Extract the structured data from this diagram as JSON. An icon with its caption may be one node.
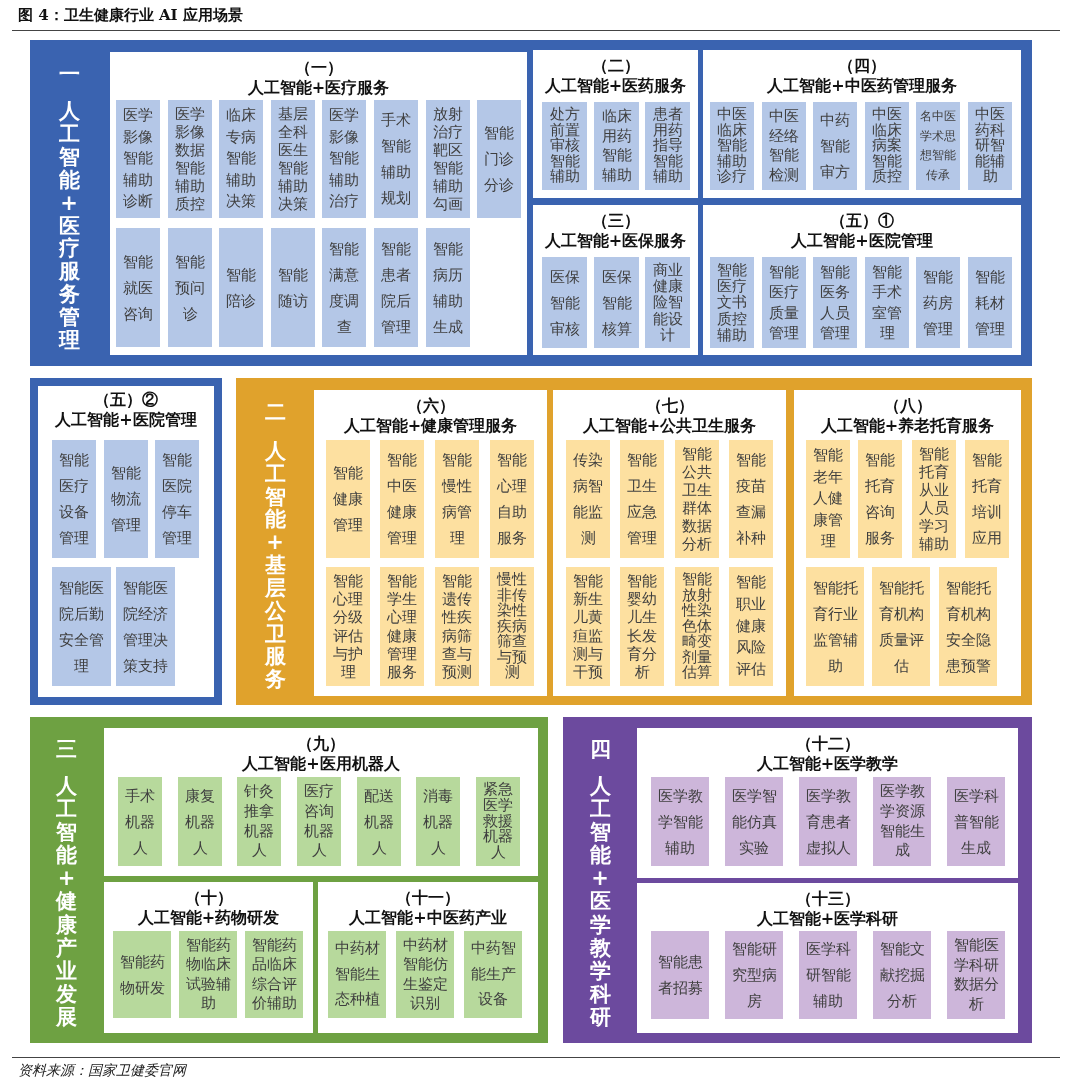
{
  "diagram": {
    "title": "图 4：卫生健康行业 AI 应用场景",
    "caption": "资料来源：国家卫健委官网",
    "nodes": [
      {
        "text": [
          "一",
          "人工智能+医疗服务管理"
        ]
      },
      {
        "text": [
          "（一）",
          "人工智能+医疗服务"
        ],
        "in": 0
      },
      {
        "text": [
          "医学影像智能辅助诊断"
        ],
        "in": 1
      },
      {
        "text": [
          "医学影像数据智能辅助质控"
        ],
        "in": 1
      },
      {
        "text": [
          "临床专病智能辅助决策"
        ],
        "in": 1
      },
      {
        "text": [
          "基层全科医生智能辅助决策"
        ],
        "in": 1
      },
      {
        "text": [
          "医学影像智能辅助治疗"
        ],
        "in": 1
      },
      {
        "text": [
          "手术智能辅助规划"
        ],
        "in": 1
      },
      {
        "text": [
          "放射治疗靶区智能辅助勾画"
        ],
        "in": 1
      },
      {
        "text": [
          "智能门诊分诊"
        ],
        "in": 1
      },
      {
        "text": [
          "智能就医咨询"
        ],
        "in": 1
      },
      {
        "text": [
          "智能预问诊"
        ],
        "in": 1
      },
      {
        "text": [
          "智能陪诊"
        ],
        "in": 1
      },
      {
        "text": [
          "智能随访"
        ],
        "in": 1
      },
      {
        "text": [
          "智能满意度调查"
        ],
        "in": 1
      },
      {
        "text": [
          "智能患者院后管理"
        ],
        "in": 1
      },
      {
        "text": [
          "智能病历辅助生成"
        ],
        "in": 1
      },
      {
        "text": [
          "（二）",
          "人工智能+医药服务"
        ],
        "in": 0
      },
      {
        "text": [
          "处方前置审核智能辅助"
        ],
        "in": 17
      },
      {
        "text": [
          "临床用药智能辅助"
        ],
        "in": 17
      },
      {
        "text": [
          "患者用药指导智能辅助"
        ],
        "in": 17
      },
      {
        "text": [
          "（四）",
          "人工智能+中医药管理服务"
        ],
        "in": 0
      },
      {
        "text": [
          "中医临床智能辅助诊疗"
        ],
        "in": 21
      },
      {
        "text": [
          "中医经络智能检测"
        ],
        "in": 21
      },
      {
        "text": [
          "中药智能审方"
        ],
        "in": 21
      },
      {
        "text": [
          "中医临床病案智能质控"
        ],
        "in": 21
      },
      {
        "text": [
          "名中医学术思想智能传承"
        ],
        "in": 21
      },
      {
        "text": [
          "中医药科研智能辅助"
        ],
        "in": 21
      },
      {
        "text": [
          "（三）",
          "人工智能+医保服务"
        ],
        "in": 0
      },
      {
        "text": [
          "医保智能审核"
        ],
        "in": 28
      },
      {
        "text": [
          "医保智能核算"
        ],
        "in": 28
      },
      {
        "text": [
          "商业健康险智能设计"
        ],
        "in": 28
      },
      {
        "text": [
          "（五）①",
          "人工智能+医院管理"
        ],
        "in": 0
      },
      {
        "text": [
          "智能医疗文书质控辅助"
        ],
        "in": 32
      },
      {
        "text": [
          "智能医疗质量管理"
        ],
        "in": 32
      },
      {
        "text": [
          "智能医务人员管理"
        ],
        "in": 32
      },
      {
        "text": [
          "智能手术室管理"
        ],
        "in": 32
      },
      {
        "text": [
          "智能药房管理"
        ],
        "in": 32
      },
      {
        "text": [
          "智能耗材管理"
        ],
        "in": 32
      },
      {
        "text": [
          "（五）②",
          "人工智能+医院管理"
        ]
      },
      {
        "text": [
          "智能医疗设备管理"
        ],
        "in": 39
      },
      {
        "text": [
          "智能物流管理"
        ],
        "in": 39
      },
      {
        "text": [
          "智能医院停车管理"
        ],
        "in": 39
      },
      {
        "text": [
          "智能医院后勤安全管理"
        ],
        "in": 39
      },
      {
        "text": [
          "智能医院经济管理决策支持"
        ],
        "in": 39
      },
      {
        "text": [
          "二",
          "人工智能+基层公卫服务"
        ]
      },
      {
        "text": [
          "（六）",
          "人工智能+健康管理服务"
        ],
        "in": 45
      },
      {
        "text": [
          "智能健康管理"
        ],
        "in": 46
      },
      {
        "text": [
          "智能中医健康管理"
        ],
        "in": 46
      },
      {
        "text": [
          "智能慢性病管理"
        ],
        "in": 46
      },
      {
        "text": [
          "智能心理自助服务"
        ],
        "in": 46
      },
      {
        "text": [
          "智能心理分级评估与护理"
        ],
        "in": 46
      },
      {
        "text": [
          "智能学生心理健康管理服务"
        ],
        "in": 46
      },
      {
        "text": [
          "智能遗传性疾病筛查与预测"
        ],
        "in": 46
      },
      {
        "text": [
          "慢性非传染性疾病筛查与预测"
        ],
        "in": 46
      },
      {
        "text": [
          "（七）",
          "人工智能+公共卫生服务"
        ],
        "in": 45
      },
      {
        "text": [
          "传染病智能监测"
        ],
        "in": 55
      },
      {
        "text": [
          "智能卫生应急管理"
        ],
        "in": 55
      },
      {
        "text": [
          "智能公共卫生群体数据分析"
        ],
        "in": 55
      },
      {
        "text": [
          "智能疫苗查漏补种"
        ],
        "in": 55
      },
      {
        "text": [
          "智能新生儿黄疸监测与干预"
        ],
        "in": 55
      },
      {
        "text": [
          "智能婴幼儿生长发育分析"
        ],
        "in": 55
      },
      {
        "text": [
          "智能放射性染色体畸变剂量估算"
        ],
        "in": 55
      },
      {
        "text": [
          "智能职业健康风险评估"
        ],
        "in": 55
      },
      {
        "text": [
          "（八）",
          "人工智能+养老托育服务"
        ],
        "in": 45
      },
      {
        "text": [
          "智能老年人健康管理"
        ],
        "in": 64
      },
      {
        "text": [
          "智能托育咨询服务"
        ],
        "in": 64
      },
      {
        "text": [
          "智能托育从业人员学习辅助"
        ],
        "in": 64
      },
      {
        "text": [
          "智能托育培训应用"
        ],
        "in": 64
      },
      {
        "text": [
          "智能托育行业监管辅助"
        ],
        "in": 64
      },
      {
        "text": [
          "智能托育机构质量评估"
        ],
        "in": 64
      },
      {
        "text": [
          "智能托育机构安全隐患预警"
        ],
        "in": 64
      },
      {
        "text": [
          "三",
          "人工智能+健康产业发展"
        ]
      },
      {
        "text": [
          "（九）",
          "人工智能+医用机器人"
        ],
        "in": 72
      },
      {
        "text": [
          "手术机器人"
        ],
        "in": 73
      },
      {
        "text": [
          "康复机器人"
        ],
        "in": 73
      },
      {
        "text": [
          "针灸推拿机器人"
        ],
        "in": 73
      },
      {
        "text": [
          "医疗咨询机器人"
        ],
        "in": 73
      },
      {
        "text": [
          "配送机器人"
        ],
        "in": 73
      },
      {
        "text": [
          "消毒机器人"
        ],
        "in": 73
      },
      {
        "text": [
          "紧急医学救援机器人"
        ],
        "in": 73
      },
      {
        "text": [
          "（十）",
          "人工智能+药物研发"
        ],
        "in": 72
      },
      {
        "text": [
          "智能药物研发"
        ],
        "in": 81
      },
      {
        "text": [
          "智能药物临床试验辅助"
        ],
        "in": 81
      },
      {
        "text": [
          "智能药品临床综合评价辅助"
        ],
        "in": 81
      },
      {
        "text": [
          "（十一）",
          "人工智能+中医药产业"
        ],
        "in": 72
      },
      {
        "text": [
          "中药材智能生态种植"
        ],
        "in": 85
      },
      {
        "text": [
          "中药材智能仿生鉴定识别"
        ],
        "in": 85
      },
      {
        "text": [
          "中药智能生产设备"
        ],
        "in": 85
      },
      {
        "text": [
          "四",
          "人工智能+医学教学科研"
        ]
      },
      {
        "text": [
          "（十二）",
          "人工智能+医学教学"
        ],
        "in": 89
      },
      {
        "text": [
          "医学教学智能辅助"
        ],
        "in": 90
      },
      {
        "text": [
          "医学智能仿真实验"
        ],
        "in": 90
      },
      {
        "text": [
          "医学教育患者虚拟人"
        ],
        "in": 90
      },
      {
        "text": [
          "医学教学资源智能生成"
        ],
        "in": 90
      },
      {
        "text": [
          "医学科普智能生成"
        ],
        "in": 90
      },
      {
        "text": [
          "（十三）",
          "人工智能+医学科研"
        ],
        "in": 89
      },
      {
        "text": [
          "智能患者招募"
        ],
        "in": 96
      },
      {
        "text": [
          "智能研究型病房"
        ],
        "in": 96
      },
      {
        "text": [
          "医学科研智能辅助"
        ],
        "in": 96
      },
      {
        "text": [
          "智能文献挖掘分析"
        ],
        "in": 96
      },
      {
        "text": [
          "智能医学科研数据分析"
        ],
        "in": 96
      }
    ]
  }
}
